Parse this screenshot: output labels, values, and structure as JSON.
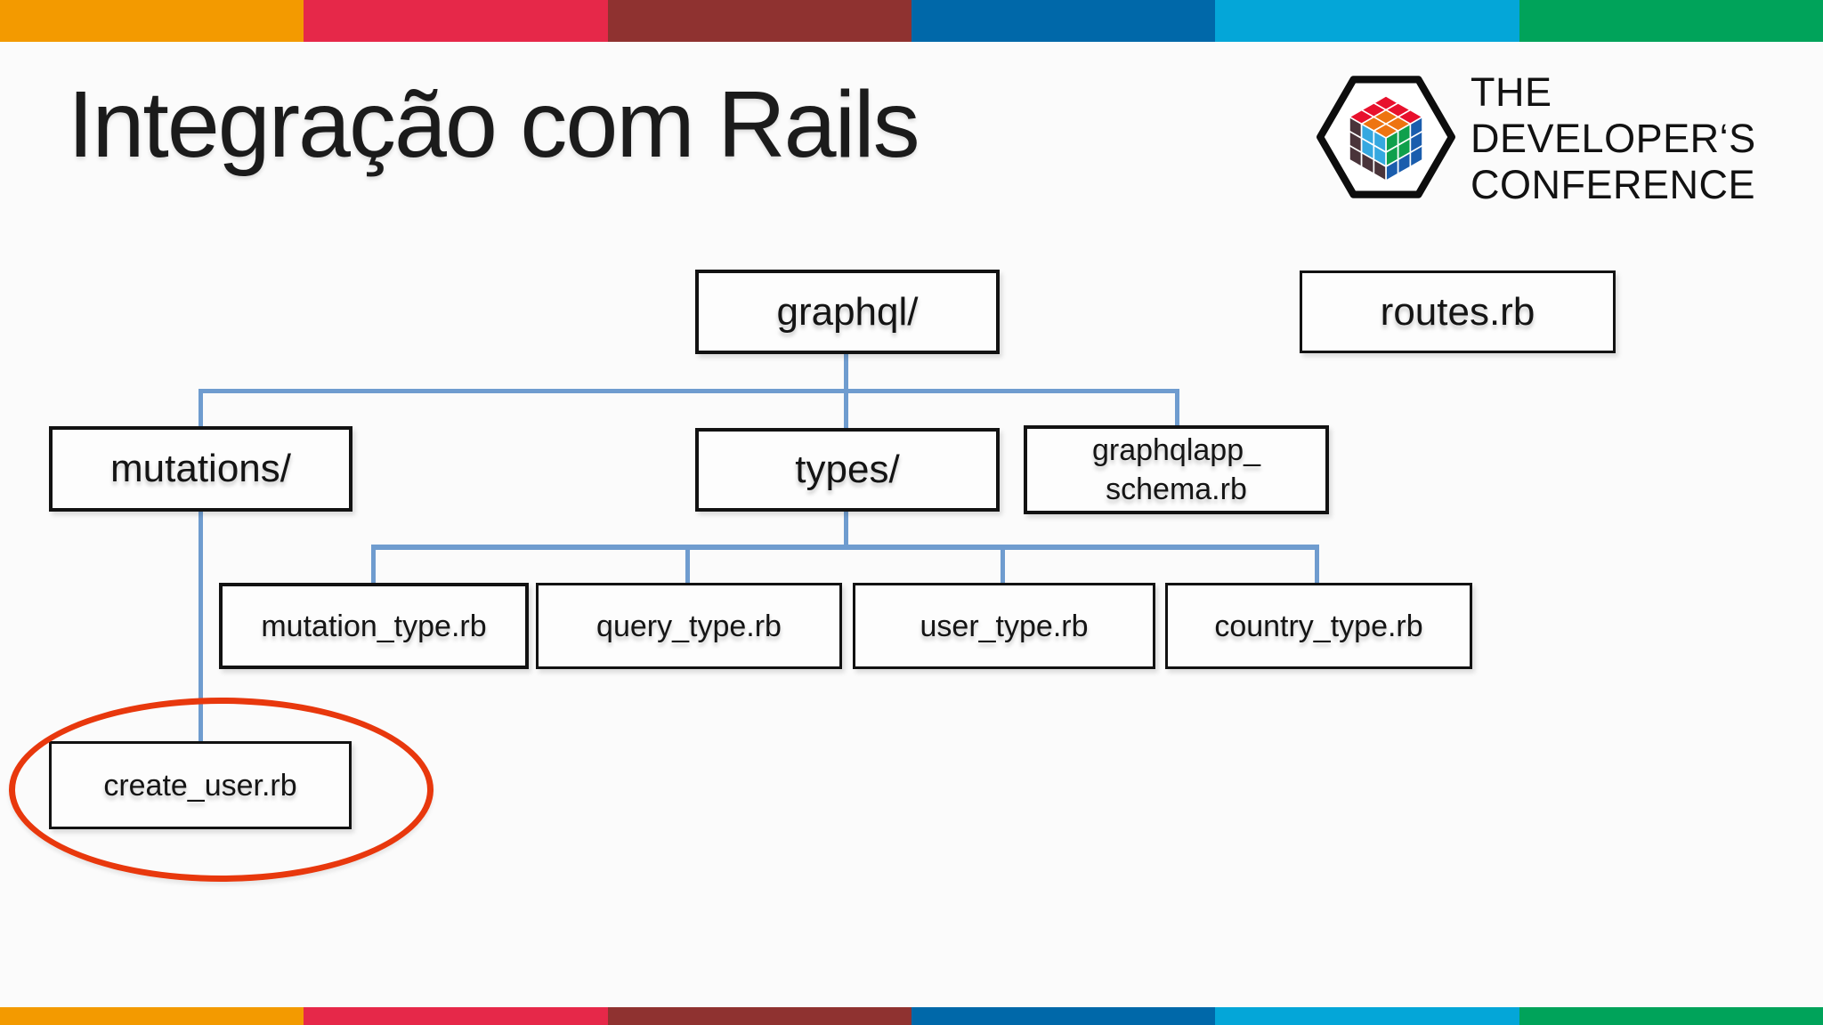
{
  "theme_colors": {
    "bar-orange": "#F39A00",
    "bar-crimson": "#E62849",
    "bar-maroon": "#8F3230",
    "bar-blue": "#0068A9",
    "bar-lightblue": "#04A6D8",
    "bar-green": "#00A35A",
    "connector": "#6F9CCF",
    "highlight": "#E8380D",
    "logo-red": "#E8112D",
    "logo-orange": "#EE7411",
    "logo-blue": "#1A5DAD",
    "logo-green": "#0FA04C",
    "logo-lightblue": "#35A8E0",
    "logo-dark": "#4A343A"
  },
  "title": "Integração com Rails",
  "logo": {
    "line1": "THE",
    "line2": "DEVELOPER‘S",
    "line3": "CONFERENCE"
  },
  "diagram": {
    "nodes": {
      "graphql": "graphql/",
      "routes": "routes.rb",
      "mutations": "mutations/",
      "types": "types/",
      "schema": "graphqlapp_\nschema.rb",
      "mutation_type": "mutation_type.rb",
      "query_type": "query_type.rb",
      "user_type": "user_type.rb",
      "country_type": "country_type.rb",
      "create_user": "create_user.rb"
    }
  }
}
